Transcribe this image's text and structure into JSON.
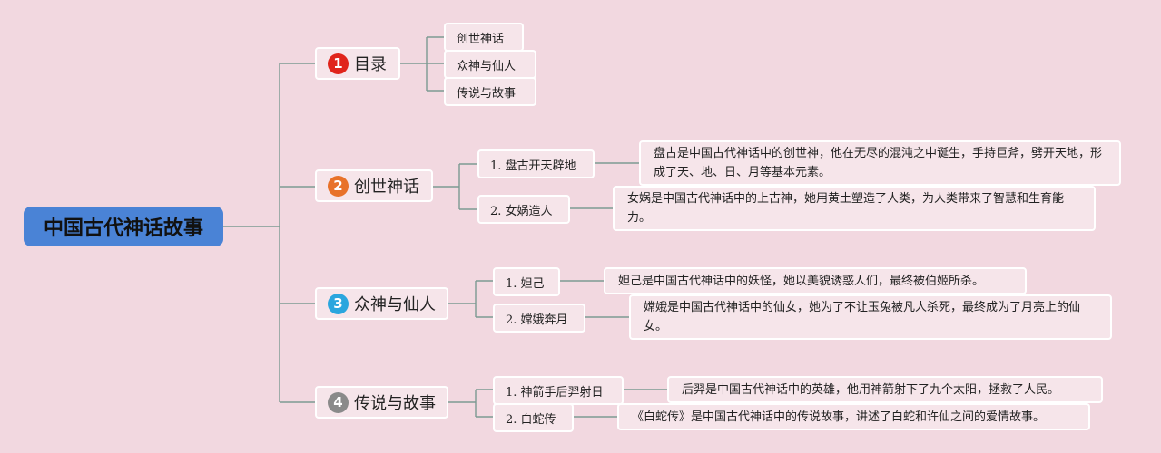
{
  "root": {
    "title": "中国古代神话故事"
  },
  "colors": {
    "root": "#4a83d6",
    "badge1": "#e0241b",
    "badge2": "#e8722a",
    "badge3": "#2ba6de",
    "badge4": "#8a8a8a",
    "line": "#7c9a92"
  },
  "branches": [
    {
      "number": "1",
      "label": "目录",
      "icon": "number-badge",
      "items": [
        "创世神话",
        "众神与仙人",
        "传说与故事"
      ]
    },
    {
      "number": "2",
      "label": "创世神话",
      "icon": "number-badge",
      "topics": [
        {
          "label": "1. 盘古开天辟地",
          "detail": "盘古是中国古代神话中的创世神，他在无尽的混沌之中诞生，手持巨斧，劈开天地，形成了天、地、日、月等基本元素。"
        },
        {
          "label": "2. 女娲造人",
          "detail": "女娲是中国古代神话中的上古神，她用黄土塑造了人类，为人类带来了智慧和生育能力。"
        }
      ]
    },
    {
      "number": "3",
      "label": "众神与仙人",
      "icon": "number-badge",
      "topics": [
        {
          "label": "1. 妲己",
          "detail": "妲己是中国古代神话中的妖怪，她以美貌诱惑人们，最终被伯姬所杀。"
        },
        {
          "label": "2. 嫦娥奔月",
          "detail": "嫦娥是中国古代神话中的仙女，她为了不让玉兔被凡人杀死，最终成为了月亮上的仙女。"
        }
      ]
    },
    {
      "number": "4",
      "label": "传说与故事",
      "icon": "number-badge",
      "topics": [
        {
          "label": "1. 神箭手后羿射日",
          "detail": "后羿是中国古代神话中的英雄，他用神箭射下了九个太阳，拯救了人民。"
        },
        {
          "label": "2. 白蛇传",
          "detail": "《白蛇传》是中国古代神话中的传说故事，讲述了白蛇和许仙之间的爱情故事。"
        }
      ]
    }
  ]
}
